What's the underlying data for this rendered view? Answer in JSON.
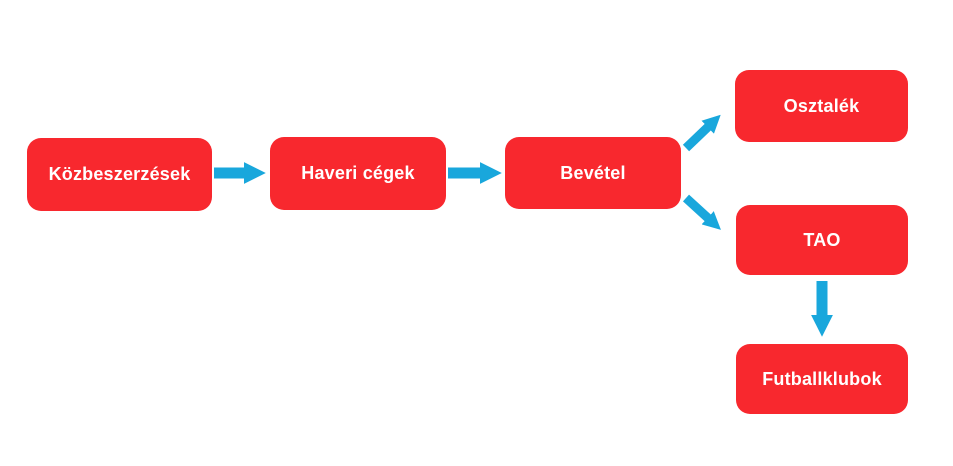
{
  "colors": {
    "background": "#FFFFFF",
    "node-fill": "#F8282E",
    "node-text": "#FFFFFF",
    "arrow": "#19A7DC"
  },
  "diagram": {
    "type": "flowchart",
    "direction": "left-to-right",
    "nodes": [
      {
        "id": "kozbeszerzesek",
        "label": "Közbeszerzések"
      },
      {
        "id": "haveri-cegek",
        "label": "Haveri cégek"
      },
      {
        "id": "bevetel",
        "label": "Bevétel"
      },
      {
        "id": "osztalek",
        "label": "Osztalék"
      },
      {
        "id": "tao",
        "label": "TAO"
      },
      {
        "id": "futballklubok",
        "label": "Futballklubok"
      }
    ],
    "edges": [
      {
        "from": "kozbeszerzesek",
        "to": "haveri-cegek"
      },
      {
        "from": "haveri-cegek",
        "to": "bevetel"
      },
      {
        "from": "bevetel",
        "to": "osztalek"
      },
      {
        "from": "bevetel",
        "to": "tao"
      },
      {
        "from": "tao",
        "to": "futballklubok"
      }
    ]
  }
}
